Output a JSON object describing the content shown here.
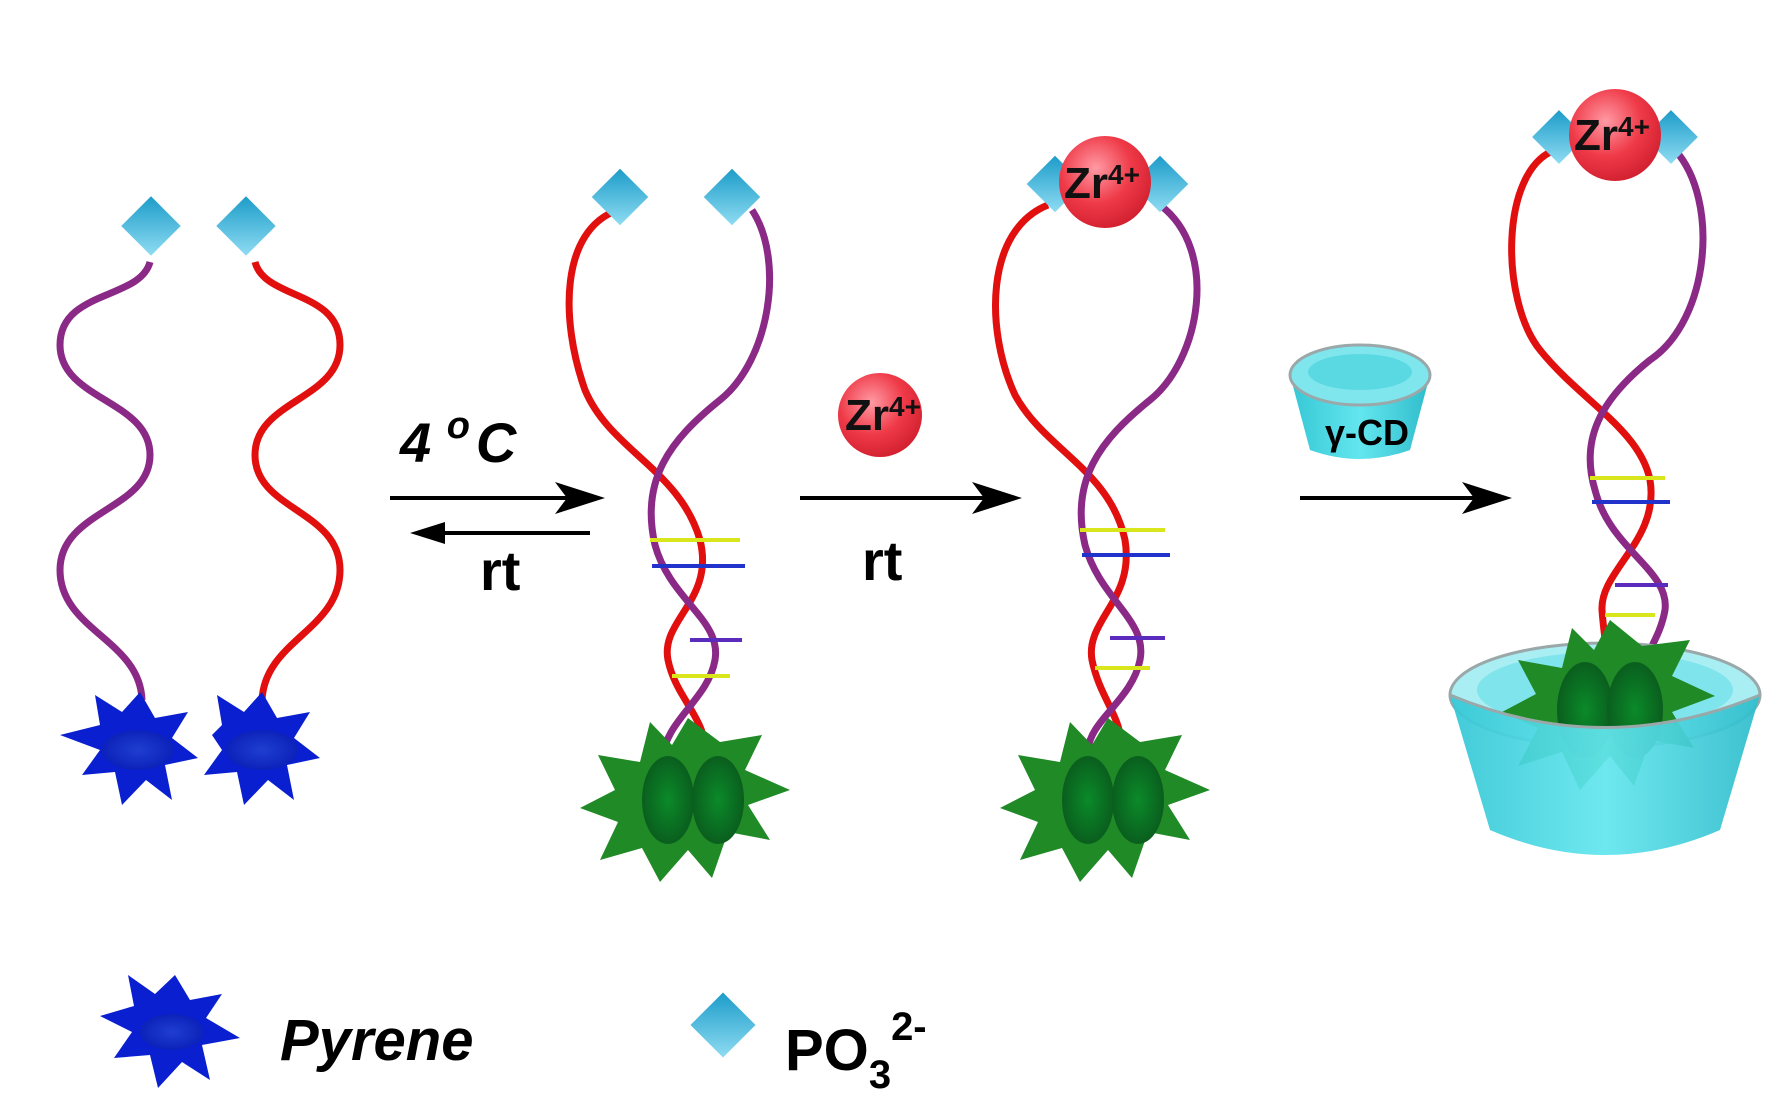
{
  "colors": {
    "strand_a": "#8a2a86",
    "strand_b": "#e20f0f",
    "pyrene_monomer": "#0a1fd0",
    "excimer": "#1f8a26",
    "phosphate": "#3cb6dc",
    "zr_ion": "#ee2f3e",
    "cyclodextrin": "#3fd7e3"
  },
  "step1": {
    "condition_top": "4 ",
    "condition_top_sup": "o",
    "condition_top_unit": "C",
    "condition_bottom": "rt"
  },
  "step2": {
    "ion": "Zr",
    "ion_charge": "4+",
    "condition": "rt"
  },
  "step3": {
    "host": "γ-CD"
  },
  "state3": {
    "ion": "Zr",
    "ion_charge": "4+"
  },
  "state4": {
    "ion": "Zr",
    "ion_charge": "4+"
  },
  "legend": {
    "pyrene": "Pyrene",
    "phosphate_base": "PO",
    "phosphate_sub": "3",
    "phosphate_sup": "2-"
  }
}
